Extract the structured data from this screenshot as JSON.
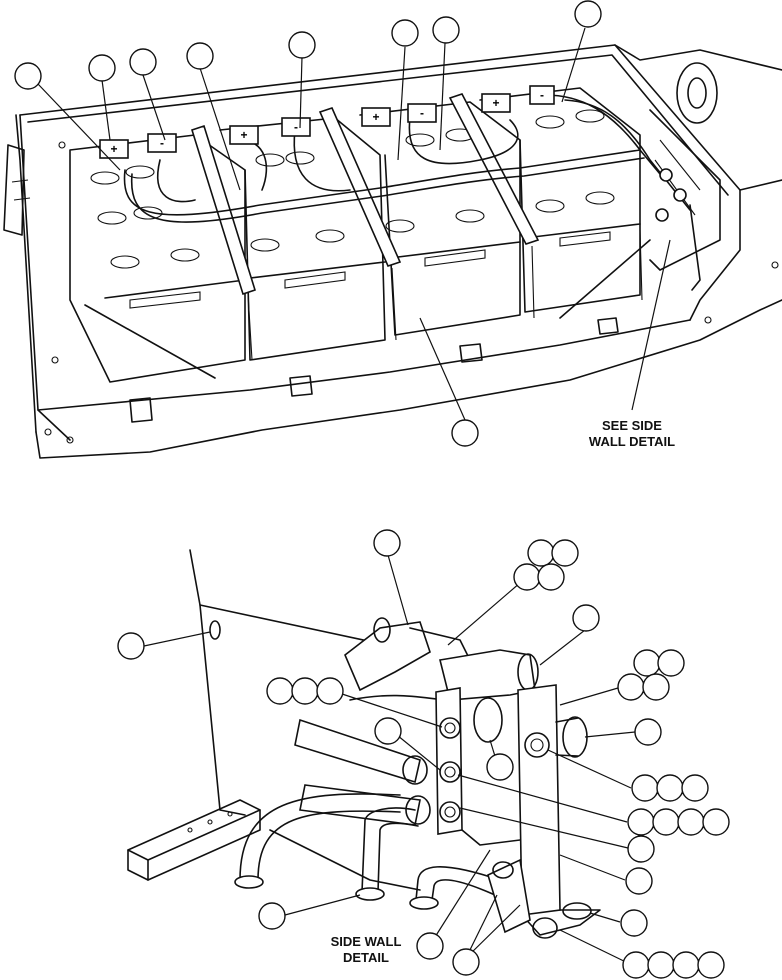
{
  "labels": {
    "see_side_wall_line1": "SEE SIDE",
    "see_side_wall_line2": "WALL DETAIL",
    "side_wall_detail_line1": "SIDE WALL",
    "side_wall_detail_line2": "DETAIL"
  },
  "terminal_signs": {
    "positive": "+",
    "negative": "-"
  }
}
